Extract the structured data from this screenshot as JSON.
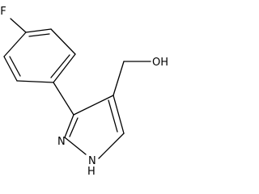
{
  "molecule": {
    "atoms": {
      "fluorine": "F",
      "hydroxyl": "OH",
      "pyrazole_n2": "N",
      "pyrazole_n1h": "N",
      "n1_hydrogen": "H"
    }
  }
}
